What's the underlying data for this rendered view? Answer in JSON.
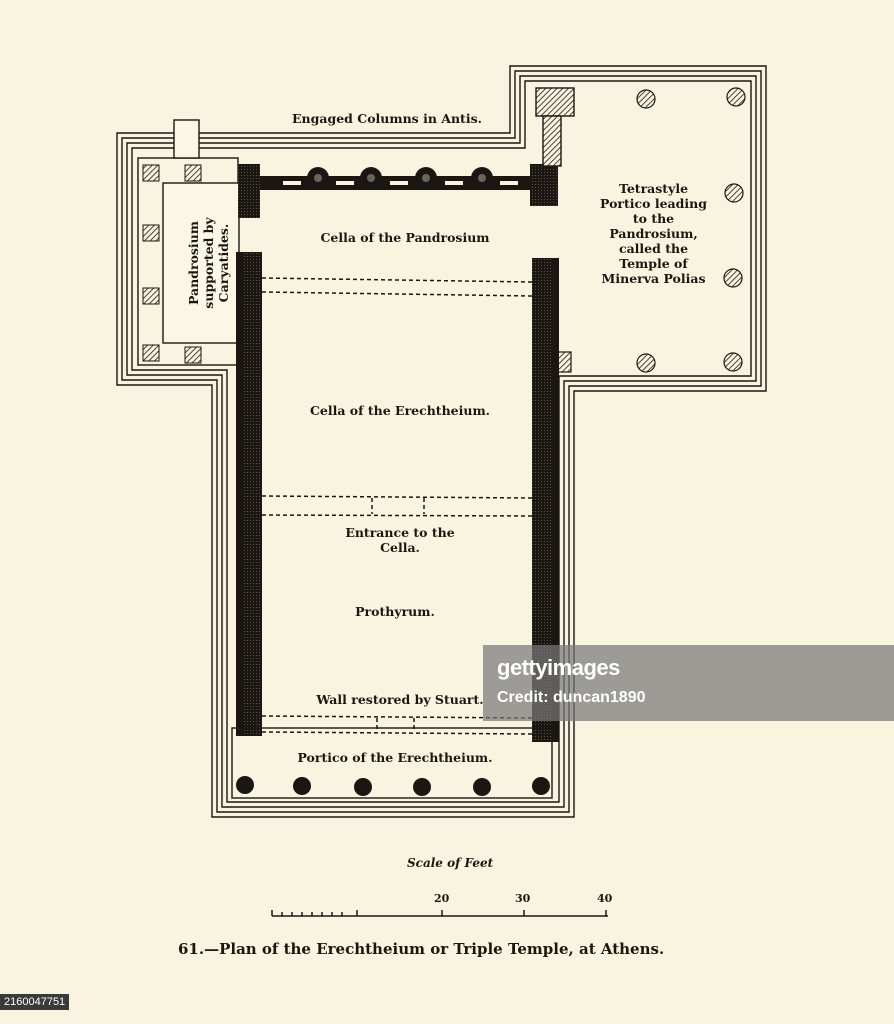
{
  "labels": {
    "engaged_columns": "Engaged Columns in Antis.",
    "cella_pandrosium": "Cella of the Pandrosium",
    "pandrosium_caryatides": "Pandrosium supported by Caryatides.",
    "tetrastyle": "Tetrastyle Portico leading to the Pandrosium, called the Temple of Minerva Polias",
    "cella_erechtheium": "Cella of the Erechtheium.",
    "entrance": "Entrance to the Cella.",
    "prothyrum": "Prothyrum.",
    "wall_restored": "Wall restored by Stuart.",
    "portico_erechtheium": "Portico of the Erechtheium."
  },
  "scale": {
    "title": "Scale of Feet",
    "ticks": [
      "20",
      "30",
      "40"
    ]
  },
  "caption": "61.—Plan of the Erechtheium or Triple Temple, at Athens.",
  "watermark": {
    "logo": "gettyimages",
    "credit": "Credit: duncan1890"
  },
  "image_id": "2160047751",
  "colors": {
    "paper": "#f8f4df",
    "ink": "#1a1712"
  }
}
